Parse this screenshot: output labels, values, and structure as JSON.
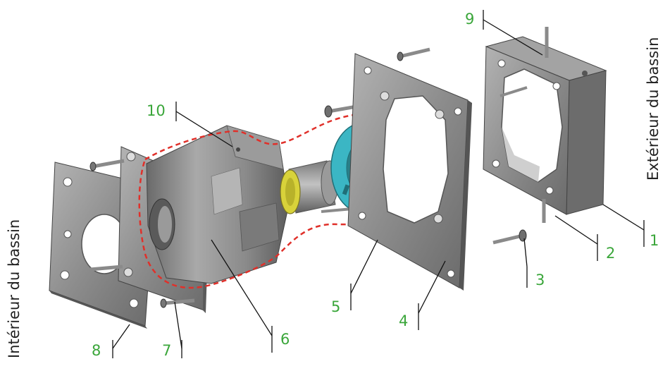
{
  "labels": {
    "interior": "Intérieur du bassin",
    "exterior": "Extérieur du bassin"
  },
  "callouts": [
    "1",
    "2",
    "3",
    "4",
    "5",
    "6",
    "7",
    "8",
    "9",
    "10"
  ],
  "colors": {
    "callout_text": "#3aa63a",
    "metal": "#8e8e8e",
    "metal_dark": "#5a5a5a",
    "seal_cyan": "#3bb6c4",
    "bushing_yellow": "#d8d23a",
    "dashed_outline": "#e0302a"
  }
}
